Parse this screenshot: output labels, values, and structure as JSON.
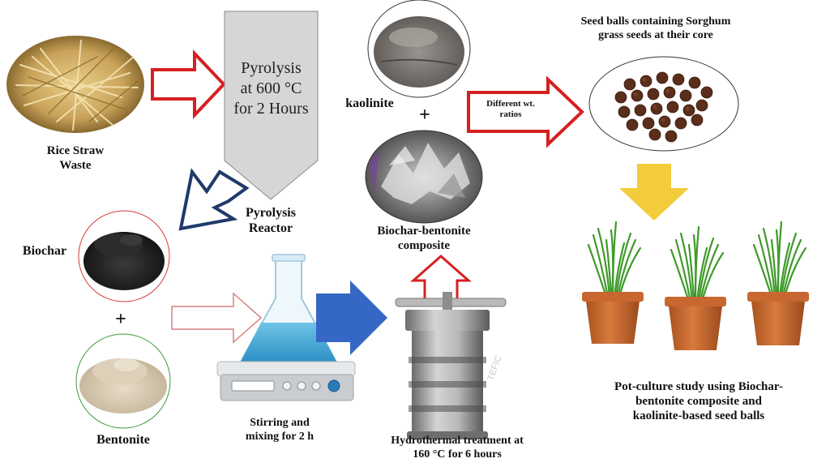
{
  "process": {
    "rice_straw": "Rice Straw",
    "rice_straw_2": "Waste",
    "pyrolysis_step": [
      "Pyrolysis",
      "at 600 °C",
      "for 2 Hours"
    ],
    "pyrolysis_reactor": "Pyrolysis",
    "pyrolysis_reactor_2": "Reactor",
    "biochar": "Biochar",
    "bentonite": "Bentonite",
    "plus": "+",
    "stirring": "Stirring and",
    "stirring_2": "mixing for 2 h",
    "hydrothermal": "Hydrothermal treatment at",
    "hydrothermal_2": "160 °C for 6 hours",
    "kaolinite": "kaolinite",
    "composite": "Biochar-bentonite",
    "composite_2": "composite",
    "ratios": "Different wt.",
    "ratios_2": "ratios",
    "seed_balls": "Seed balls containing Sorghum",
    "seed_balls_2": "grass seeds at their core",
    "pot_culture": "Pot-culture study using Biochar-",
    "pot_culture_2": "bentonite composite and",
    "pot_culture_3": "kaolinite-based seed balls",
    "autoclave_brand": "TEFIC"
  },
  "colors": {
    "red_arrow": "#d62020",
    "navy_arrow": "#1f3a6b",
    "blue_arrow": "#3567c4",
    "yellow_arrow": "#f2cc3a",
    "reactor_fill": "#d6d6d6",
    "pot": "#c8672f",
    "grass": "#3f9a2a"
  }
}
